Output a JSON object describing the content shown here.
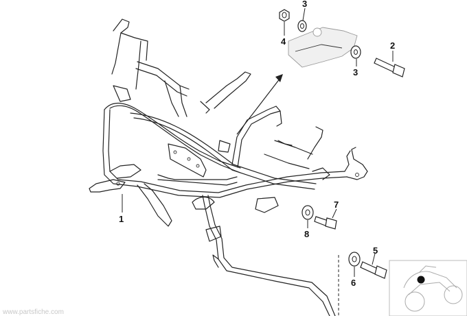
{
  "callouts": [
    {
      "id": "1",
      "label": "1"
    },
    {
      "id": "2",
      "label": "2"
    },
    {
      "id": "3a",
      "label": "3"
    },
    {
      "id": "3b",
      "label": "3"
    },
    {
      "id": "4",
      "label": "4"
    },
    {
      "id": "5",
      "label": "5"
    },
    {
      "id": "6",
      "label": "6"
    },
    {
      "id": "7",
      "label": "7"
    },
    {
      "id": "8",
      "label": "8"
    }
  ],
  "parts": [
    {
      "part_no": "1",
      "name": "frame-subassembly"
    },
    {
      "part_no": "2",
      "name": "hex-bolt"
    },
    {
      "part_no": "3",
      "name": "washer"
    },
    {
      "part_no": "4",
      "name": "nut"
    },
    {
      "part_no": "5",
      "name": "hex-bolt"
    },
    {
      "part_no": "6",
      "name": "washer"
    },
    {
      "part_no": "7",
      "name": "hex-bolt"
    },
    {
      "part_no": "8",
      "name": "washer"
    }
  ],
  "colors": {
    "line": "#222222",
    "ghost_fill": "#f0f0f0",
    "background": "#ffffff"
  },
  "icons": [
    "motorcycle-locator-icon"
  ],
  "watermark": "www.partsfiche.com"
}
